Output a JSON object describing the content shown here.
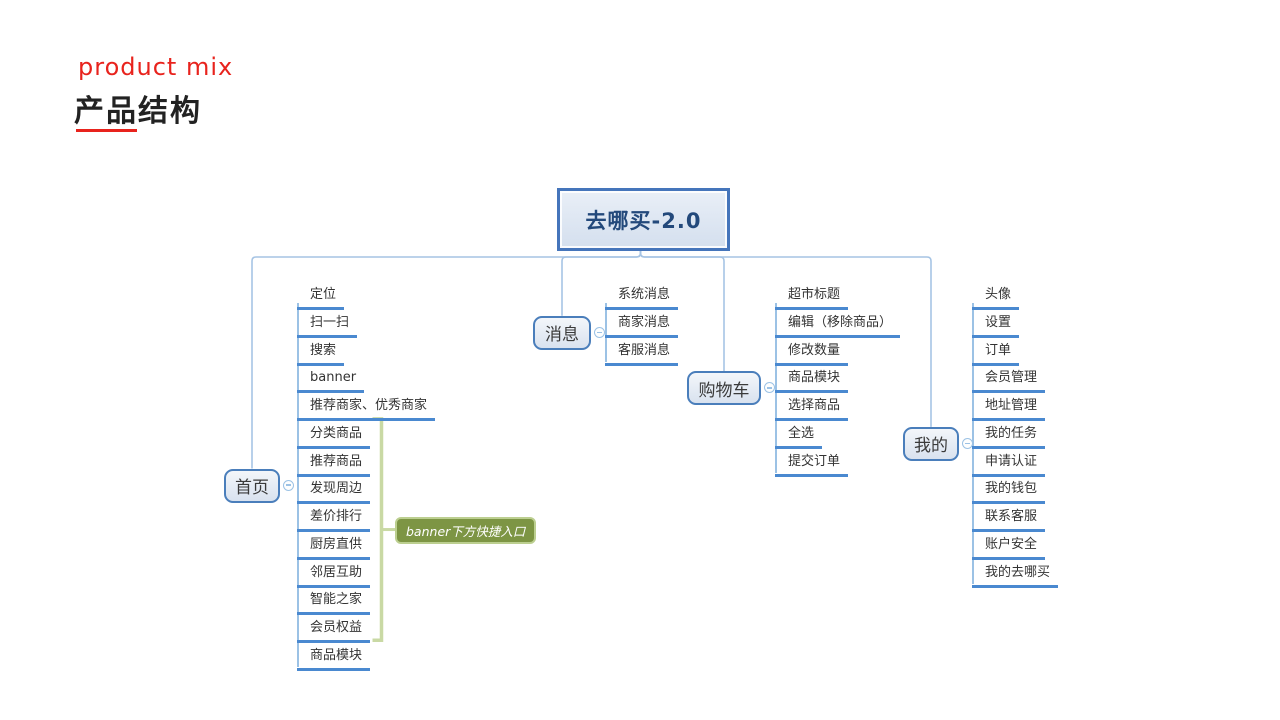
{
  "header": {
    "caption": "product mix",
    "title": "产品结构"
  },
  "mindmap": {
    "root": "去哪买-2.0",
    "branches": [
      {
        "label": "首页",
        "children": [
          "定位",
          "扫一扫",
          "搜索",
          "banner",
          "推荐商家、优秀商家",
          "分类商品",
          "推荐商品",
          "发现周边",
          "差价排行",
          "厨房直供",
          "邻居互助",
          "智能之家",
          "会员权益",
          "商品模块"
        ]
      },
      {
        "label": "消息",
        "children": [
          "系统消息",
          "商家消息",
          "客服消息"
        ]
      },
      {
        "label": "购物车",
        "children": [
          "超市标题",
          "编辑（移除商品）",
          "修改数量",
          "商品模块",
          "选择商品",
          "全选",
          "提交订单"
        ]
      },
      {
        "label": "我的",
        "children": [
          "头像",
          "设置",
          "订单",
          "会员管理",
          "地址管理",
          "我的任务",
          "申请认证",
          "我的钱包",
          "联系客服",
          "账户安全",
          "我的去哪买"
        ]
      }
    ],
    "summary": {
      "label": "banner下方快捷入口",
      "branch": 0,
      "from_child": 5,
      "to_child": 12
    }
  },
  "colors": {
    "accent_red": "#e8231d",
    "root_border": "#4575bb",
    "root_text": "#23497b",
    "node_border": "#4a7ebb",
    "underline_blue": "#4a89d0",
    "connector_blue": "#a6c4e4",
    "spine_blue": "#9cc2e5",
    "summary_green": "#7d9544",
    "bracket_green": "#c9d9a4"
  }
}
